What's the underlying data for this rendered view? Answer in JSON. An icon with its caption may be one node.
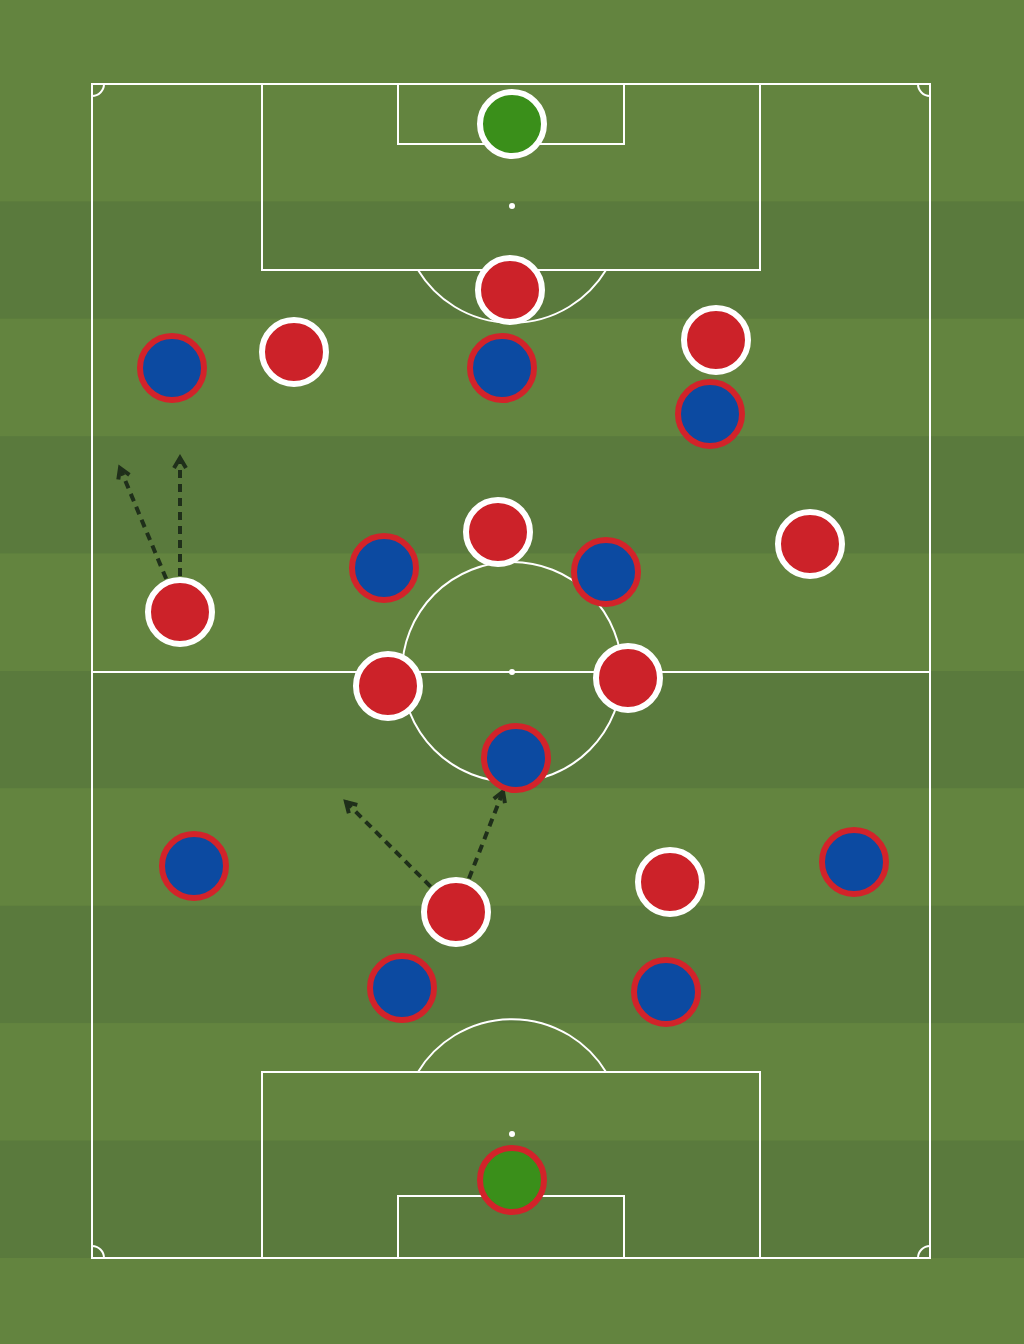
{
  "diagram": {
    "nodes": [
      {
        "text": [],
        "shape": "circle"
      },
      {
        "text": [],
        "shape": "circle"
      },
      {
        "text": [],
        "shape": "circle"
      },
      {
        "text": [],
        "shape": "circle"
      },
      {
        "text": [],
        "shape": "circle"
      },
      {
        "text": [],
        "shape": "circle"
      },
      {
        "text": [],
        "shape": "circle"
      },
      {
        "text": [],
        "shape": "circle"
      },
      {
        "text": [],
        "shape": "circle"
      },
      {
        "text": [],
        "shape": "circle"
      },
      {
        "text": [],
        "shape": "circle"
      },
      {
        "text": [],
        "shape": "circle"
      },
      {
        "text": [],
        "shape": "circle"
      },
      {
        "text": [],
        "shape": "circle"
      },
      {
        "text": [],
        "shape": "circle"
      },
      {
        "text": [],
        "shape": "circle"
      },
      {
        "text": [],
        "shape": "circle"
      },
      {
        "text": [],
        "shape": "circle"
      },
      {
        "text": [],
        "shape": "circle"
      },
      {
        "text": [],
        "shape": "circle"
      },
      {
        "text": [],
        "shape": "circle"
      },
      {
        "text": [],
        "shape": "circle"
      }
    ],
    "edges": [
      {
        "from": 11,
        "to": null,
        "arrow": "to",
        "style": "dashed"
      },
      {
        "from": 11,
        "to": null,
        "arrow": "to",
        "style": "dashed"
      },
      {
        "from": 16,
        "to": null,
        "arrow": "to",
        "style": "dashed"
      },
      {
        "from": 16,
        "to": 14,
        "arrow": "to",
        "style": "dashed"
      }
    ]
  }
}
